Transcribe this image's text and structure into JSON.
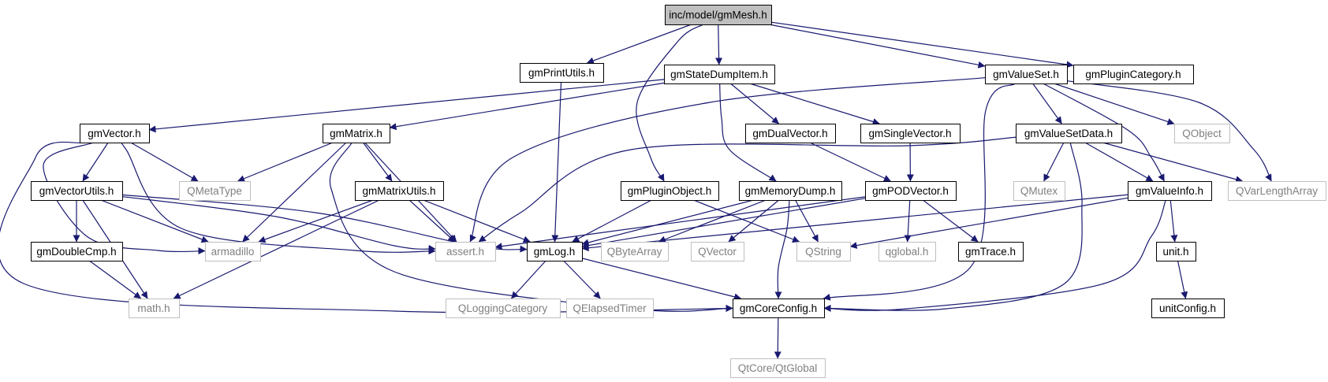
{
  "nodes": [
    {
      "id": "root",
      "label": "inc/model/gmMesh.h",
      "kind": "root"
    },
    {
      "id": "printutils",
      "label": "gmPrintUtils.h",
      "kind": "project"
    },
    {
      "id": "statedump",
      "label": "gmStateDumpItem.h",
      "kind": "project"
    },
    {
      "id": "valueset",
      "label": "gmValueSet.h",
      "kind": "project"
    },
    {
      "id": "plugincat",
      "label": "gmPluginCategory.h",
      "kind": "project"
    },
    {
      "id": "vector",
      "label": "gmVector.h",
      "kind": "project"
    },
    {
      "id": "matrix",
      "label": "gmMatrix.h",
      "kind": "project"
    },
    {
      "id": "dualvector",
      "label": "gmDualVector.h",
      "kind": "project"
    },
    {
      "id": "singlevector",
      "label": "gmSingleVector.h",
      "kind": "project"
    },
    {
      "id": "valuesetdata",
      "label": "gmValueSetData.h",
      "kind": "project"
    },
    {
      "id": "qobject",
      "label": "QObject",
      "kind": "external"
    },
    {
      "id": "vectorutils",
      "label": "gmVectorUtils.h",
      "kind": "project"
    },
    {
      "id": "qmetatype",
      "label": "QMetaType",
      "kind": "external"
    },
    {
      "id": "matrixutils",
      "label": "gmMatrixUtils.h",
      "kind": "project"
    },
    {
      "id": "pluginobject",
      "label": "gmPluginObject.h",
      "kind": "project"
    },
    {
      "id": "memorydump",
      "label": "gmMemoryDump.h",
      "kind": "project"
    },
    {
      "id": "podvector",
      "label": "gmPODVector.h",
      "kind": "project"
    },
    {
      "id": "qmutex",
      "label": "QMutex",
      "kind": "external"
    },
    {
      "id": "valueinfo",
      "label": "gmValueInfo.h",
      "kind": "project"
    },
    {
      "id": "qvarlength",
      "label": "QVarLengthArray",
      "kind": "external"
    },
    {
      "id": "doublecmp",
      "label": "gmDoubleCmp.h",
      "kind": "project"
    },
    {
      "id": "armadillo",
      "label": "armadillo",
      "kind": "external"
    },
    {
      "id": "assert",
      "label": "assert.h",
      "kind": "external"
    },
    {
      "id": "log",
      "label": "gmLog.h",
      "kind": "project"
    },
    {
      "id": "qbytearray",
      "label": "QByteArray",
      "kind": "external"
    },
    {
      "id": "qvector",
      "label": "QVector",
      "kind": "external"
    },
    {
      "id": "qstring",
      "label": "QString",
      "kind": "external"
    },
    {
      "id": "qglobal",
      "label": "qglobal.h",
      "kind": "external"
    },
    {
      "id": "trace",
      "label": "gmTrace.h",
      "kind": "project"
    },
    {
      "id": "unit",
      "label": "unit.h",
      "kind": "project"
    },
    {
      "id": "math",
      "label": "math.h",
      "kind": "external"
    },
    {
      "id": "qlogcat",
      "label": "QLoggingCategory",
      "kind": "external"
    },
    {
      "id": "qelapsed",
      "label": "QElapsedTimer",
      "kind": "external"
    },
    {
      "id": "coreconfig",
      "label": "gmCoreConfig.h",
      "kind": "project"
    },
    {
      "id": "unitconfig",
      "label": "unitConfig.h",
      "kind": "project"
    },
    {
      "id": "qtglobal",
      "label": "QtCore/QtGlobal",
      "kind": "external"
    }
  ],
  "edges": [
    [
      "root",
      "printutils"
    ],
    [
      "root",
      "statedump"
    ],
    [
      "root",
      "pluginobject"
    ],
    [
      "root",
      "valueset"
    ],
    [
      "root",
      "plugincat"
    ],
    [
      "printutils",
      "log"
    ],
    [
      "statedump",
      "vector"
    ],
    [
      "statedump",
      "matrix"
    ],
    [
      "statedump",
      "dualvector"
    ],
    [
      "statedump",
      "singlevector"
    ],
    [
      "statedump",
      "memorydump"
    ],
    [
      "valueset",
      "assert"
    ],
    [
      "valueset",
      "valuesetdata"
    ],
    [
      "valueset",
      "qobject"
    ],
    [
      "valueset",
      "valueinfo"
    ],
    [
      "valueset",
      "qvarlength"
    ],
    [
      "valueset",
      "coreconfig"
    ],
    [
      "vector",
      "vectorutils"
    ],
    [
      "vector",
      "qmetatype"
    ],
    [
      "vector",
      "armadillo"
    ],
    [
      "vector",
      "assert"
    ],
    [
      "vector",
      "coreconfig"
    ],
    [
      "matrix",
      "qmetatype"
    ],
    [
      "matrix",
      "matrixutils"
    ],
    [
      "matrix",
      "armadillo"
    ],
    [
      "matrix",
      "assert"
    ],
    [
      "matrix",
      "coreconfig"
    ],
    [
      "dualvector",
      "podvector"
    ],
    [
      "singlevector",
      "podvector"
    ],
    [
      "valuesetdata",
      "assert"
    ],
    [
      "valuesetdata",
      "qmutex"
    ],
    [
      "valuesetdata",
      "valueinfo"
    ],
    [
      "valuesetdata",
      "qvarlength"
    ],
    [
      "valuesetdata",
      "coreconfig"
    ],
    [
      "vectorutils",
      "doublecmp"
    ],
    [
      "vectorutils",
      "armadillo"
    ],
    [
      "vectorutils",
      "assert"
    ],
    [
      "vectorutils",
      "math"
    ],
    [
      "vectorutils",
      "log"
    ],
    [
      "matrixutils",
      "armadillo"
    ],
    [
      "matrixutils",
      "assert"
    ],
    [
      "matrixutils",
      "math"
    ],
    [
      "matrixutils",
      "log"
    ],
    [
      "pluginobject",
      "log"
    ],
    [
      "pluginobject",
      "qstring"
    ],
    [
      "memorydump",
      "log"
    ],
    [
      "memorydump",
      "qbytearray"
    ],
    [
      "memorydump",
      "qvector"
    ],
    [
      "memorydump",
      "qstring"
    ],
    [
      "memorydump",
      "coreconfig"
    ],
    [
      "podvector",
      "assert"
    ],
    [
      "podvector",
      "log"
    ],
    [
      "podvector",
      "qglobal"
    ],
    [
      "podvector",
      "trace"
    ],
    [
      "valueinfo",
      "log"
    ],
    [
      "valueinfo",
      "qstring"
    ],
    [
      "valueinfo",
      "unit"
    ],
    [
      "valueinfo",
      "coreconfig"
    ],
    [
      "doublecmp",
      "math"
    ],
    [
      "log",
      "qlogcat"
    ],
    [
      "log",
      "qelapsed"
    ],
    [
      "log",
      "coreconfig"
    ],
    [
      "coreconfig",
      "qtglobal"
    ],
    [
      "unit",
      "unitconfig"
    ]
  ],
  "colors": {
    "edge": "#191970",
    "project_border": "#000000",
    "external_border": "#bfbfbf",
    "root_fill": "#bfbfbf",
    "project_text": "#000000",
    "external_text": "#808080"
  }
}
